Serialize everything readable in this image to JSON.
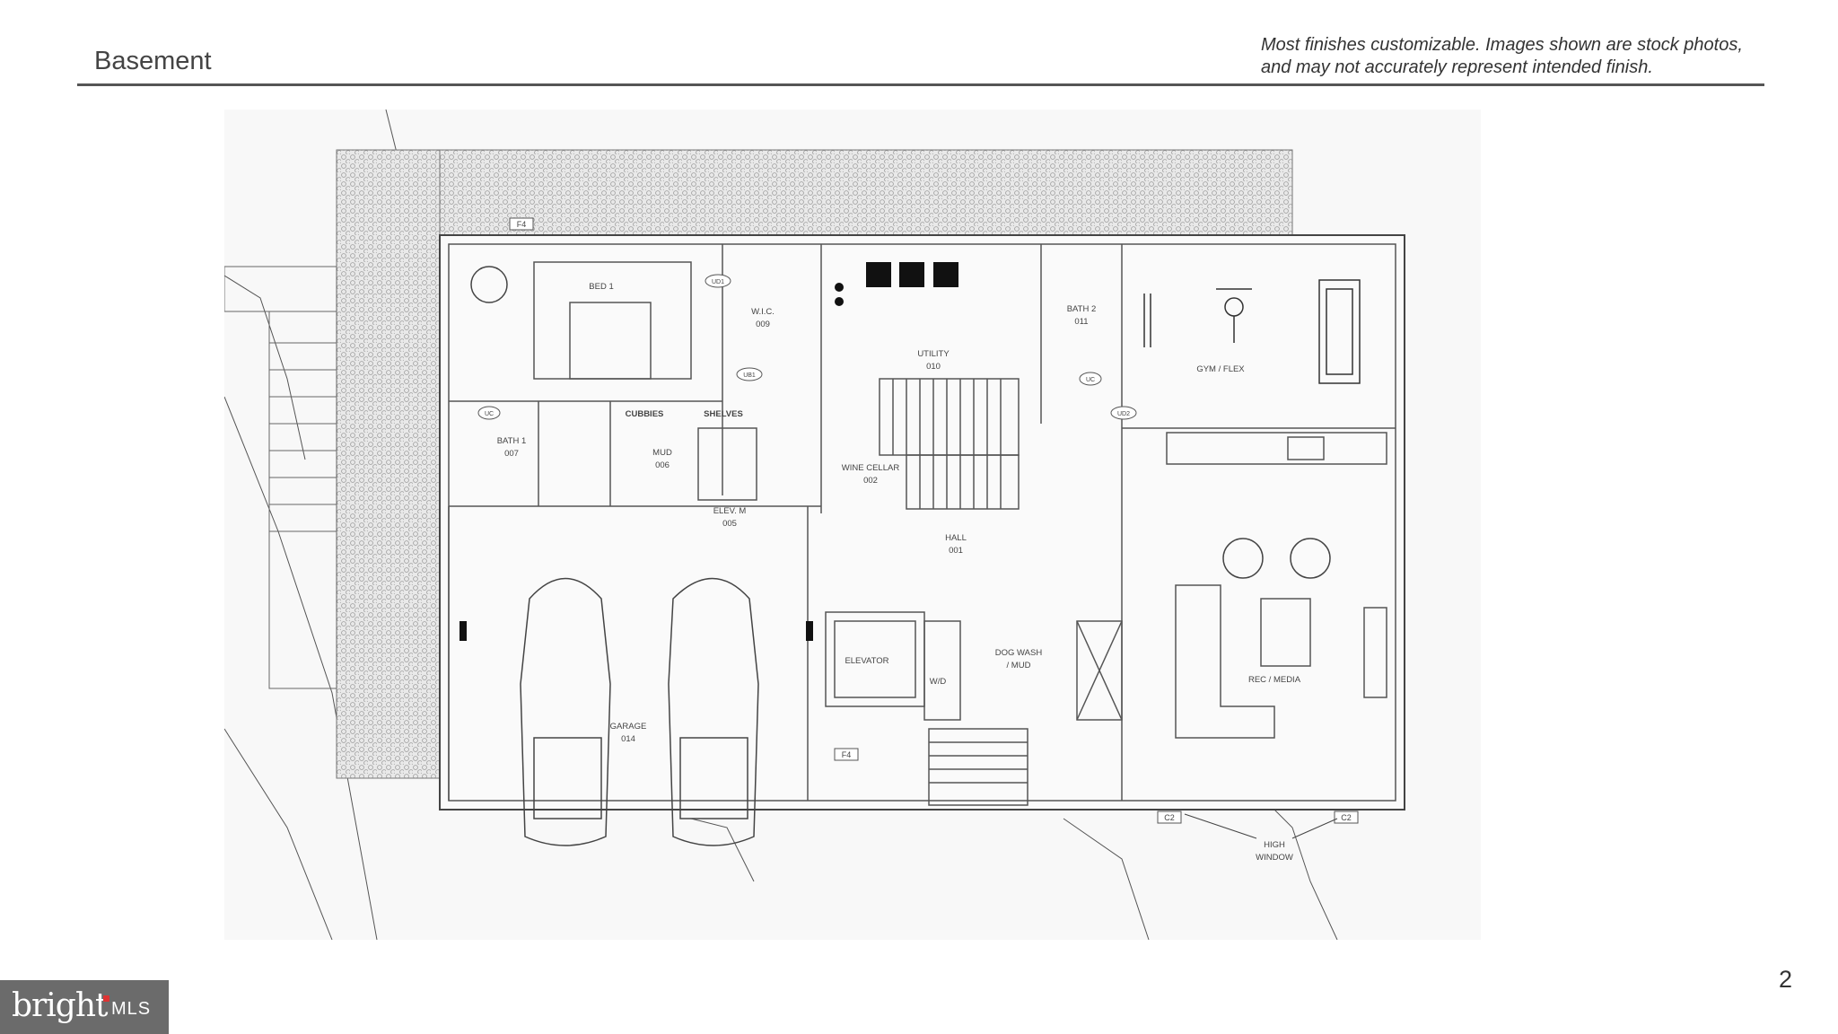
{
  "header": {
    "title": "Basement",
    "disclaimer_line1": "Most finishes customizable. Images shown are stock photos,",
    "disclaimer_line2": "and may not accurately represent intended finish."
  },
  "footer": {
    "page_number": "2",
    "watermark_brand": "bright",
    "watermark_suffix": "MLS"
  },
  "plan": {
    "rooms": {
      "bed1": "BED 1",
      "wic": "W.I.C.",
      "wic_num": "009",
      "utility": "UTILITY",
      "utility_num": "010",
      "bath2": "BATH 2",
      "bath2_num": "011",
      "gym": "GYM / FLEX",
      "cubbies": "CUBBIES",
      "shelves": "SHELVES",
      "bath1": "BATH 1",
      "bath1_num": "007",
      "mud": "MUD",
      "mud_num": "006",
      "wine": "WINE CELLAR",
      "wine_num": "002",
      "elev_m": "ELEV. M",
      "elev_m_num": "005",
      "hall": "HALL",
      "hall_num": "001",
      "elevator": "ELEVATOR",
      "dog_wash_1": "DOG WASH",
      "dog_wash_2": "/ MUD",
      "wd": "W/D",
      "garage": "GARAGE",
      "garage_num": "014",
      "rec": "REC / MEDIA",
      "high_window_1": "HIGH",
      "high_window_2": "WINDOW"
    },
    "tags": {
      "f4_top": "F4",
      "f4_mid": "F4",
      "c2_left": "C2",
      "c2_right": "C2",
      "ud1": "UD1",
      "ub1": "UB1",
      "uc": "UC",
      "ud2": "UD2",
      "uc2": "UC"
    }
  }
}
